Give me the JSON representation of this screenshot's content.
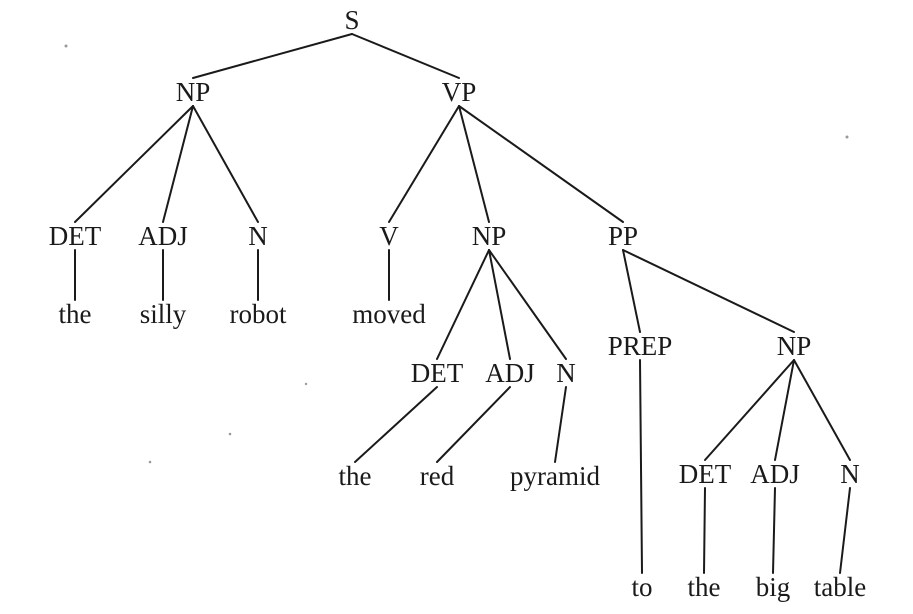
{
  "tree": {
    "label": "S",
    "children": [
      {
        "label": "NP",
        "children": [
          {
            "label": "DET",
            "children": [
              {
                "label": "the"
              }
            ]
          },
          {
            "label": "ADJ",
            "children": [
              {
                "label": "silly"
              }
            ]
          },
          {
            "label": "N",
            "children": [
              {
                "label": "robot"
              }
            ]
          }
        ]
      },
      {
        "label": "VP",
        "children": [
          {
            "label": "V",
            "children": [
              {
                "label": "moved"
              }
            ]
          },
          {
            "label": "NP",
            "children": [
              {
                "label": "DET",
                "children": [
                  {
                    "label": "the"
                  }
                ]
              },
              {
                "label": "ADJ",
                "children": [
                  {
                    "label": "red"
                  }
                ]
              },
              {
                "label": "N",
                "children": [
                  {
                    "label": "pyramid"
                  }
                ]
              }
            ]
          },
          {
            "label": "PP",
            "children": [
              {
                "label": "PREP",
                "children": [
                  {
                    "label": "to"
                  }
                ]
              },
              {
                "label": "NP",
                "children": [
                  {
                    "label": "DET",
                    "children": [
                      {
                        "label": "the"
                      }
                    ]
                  },
                  {
                    "label": "ADJ",
                    "children": [
                      {
                        "label": "big"
                      }
                    ]
                  },
                  {
                    "label": "N",
                    "children": [
                      {
                        "label": "table"
                      }
                    ]
                  }
                ]
              }
            ]
          }
        ]
      }
    ]
  }
}
